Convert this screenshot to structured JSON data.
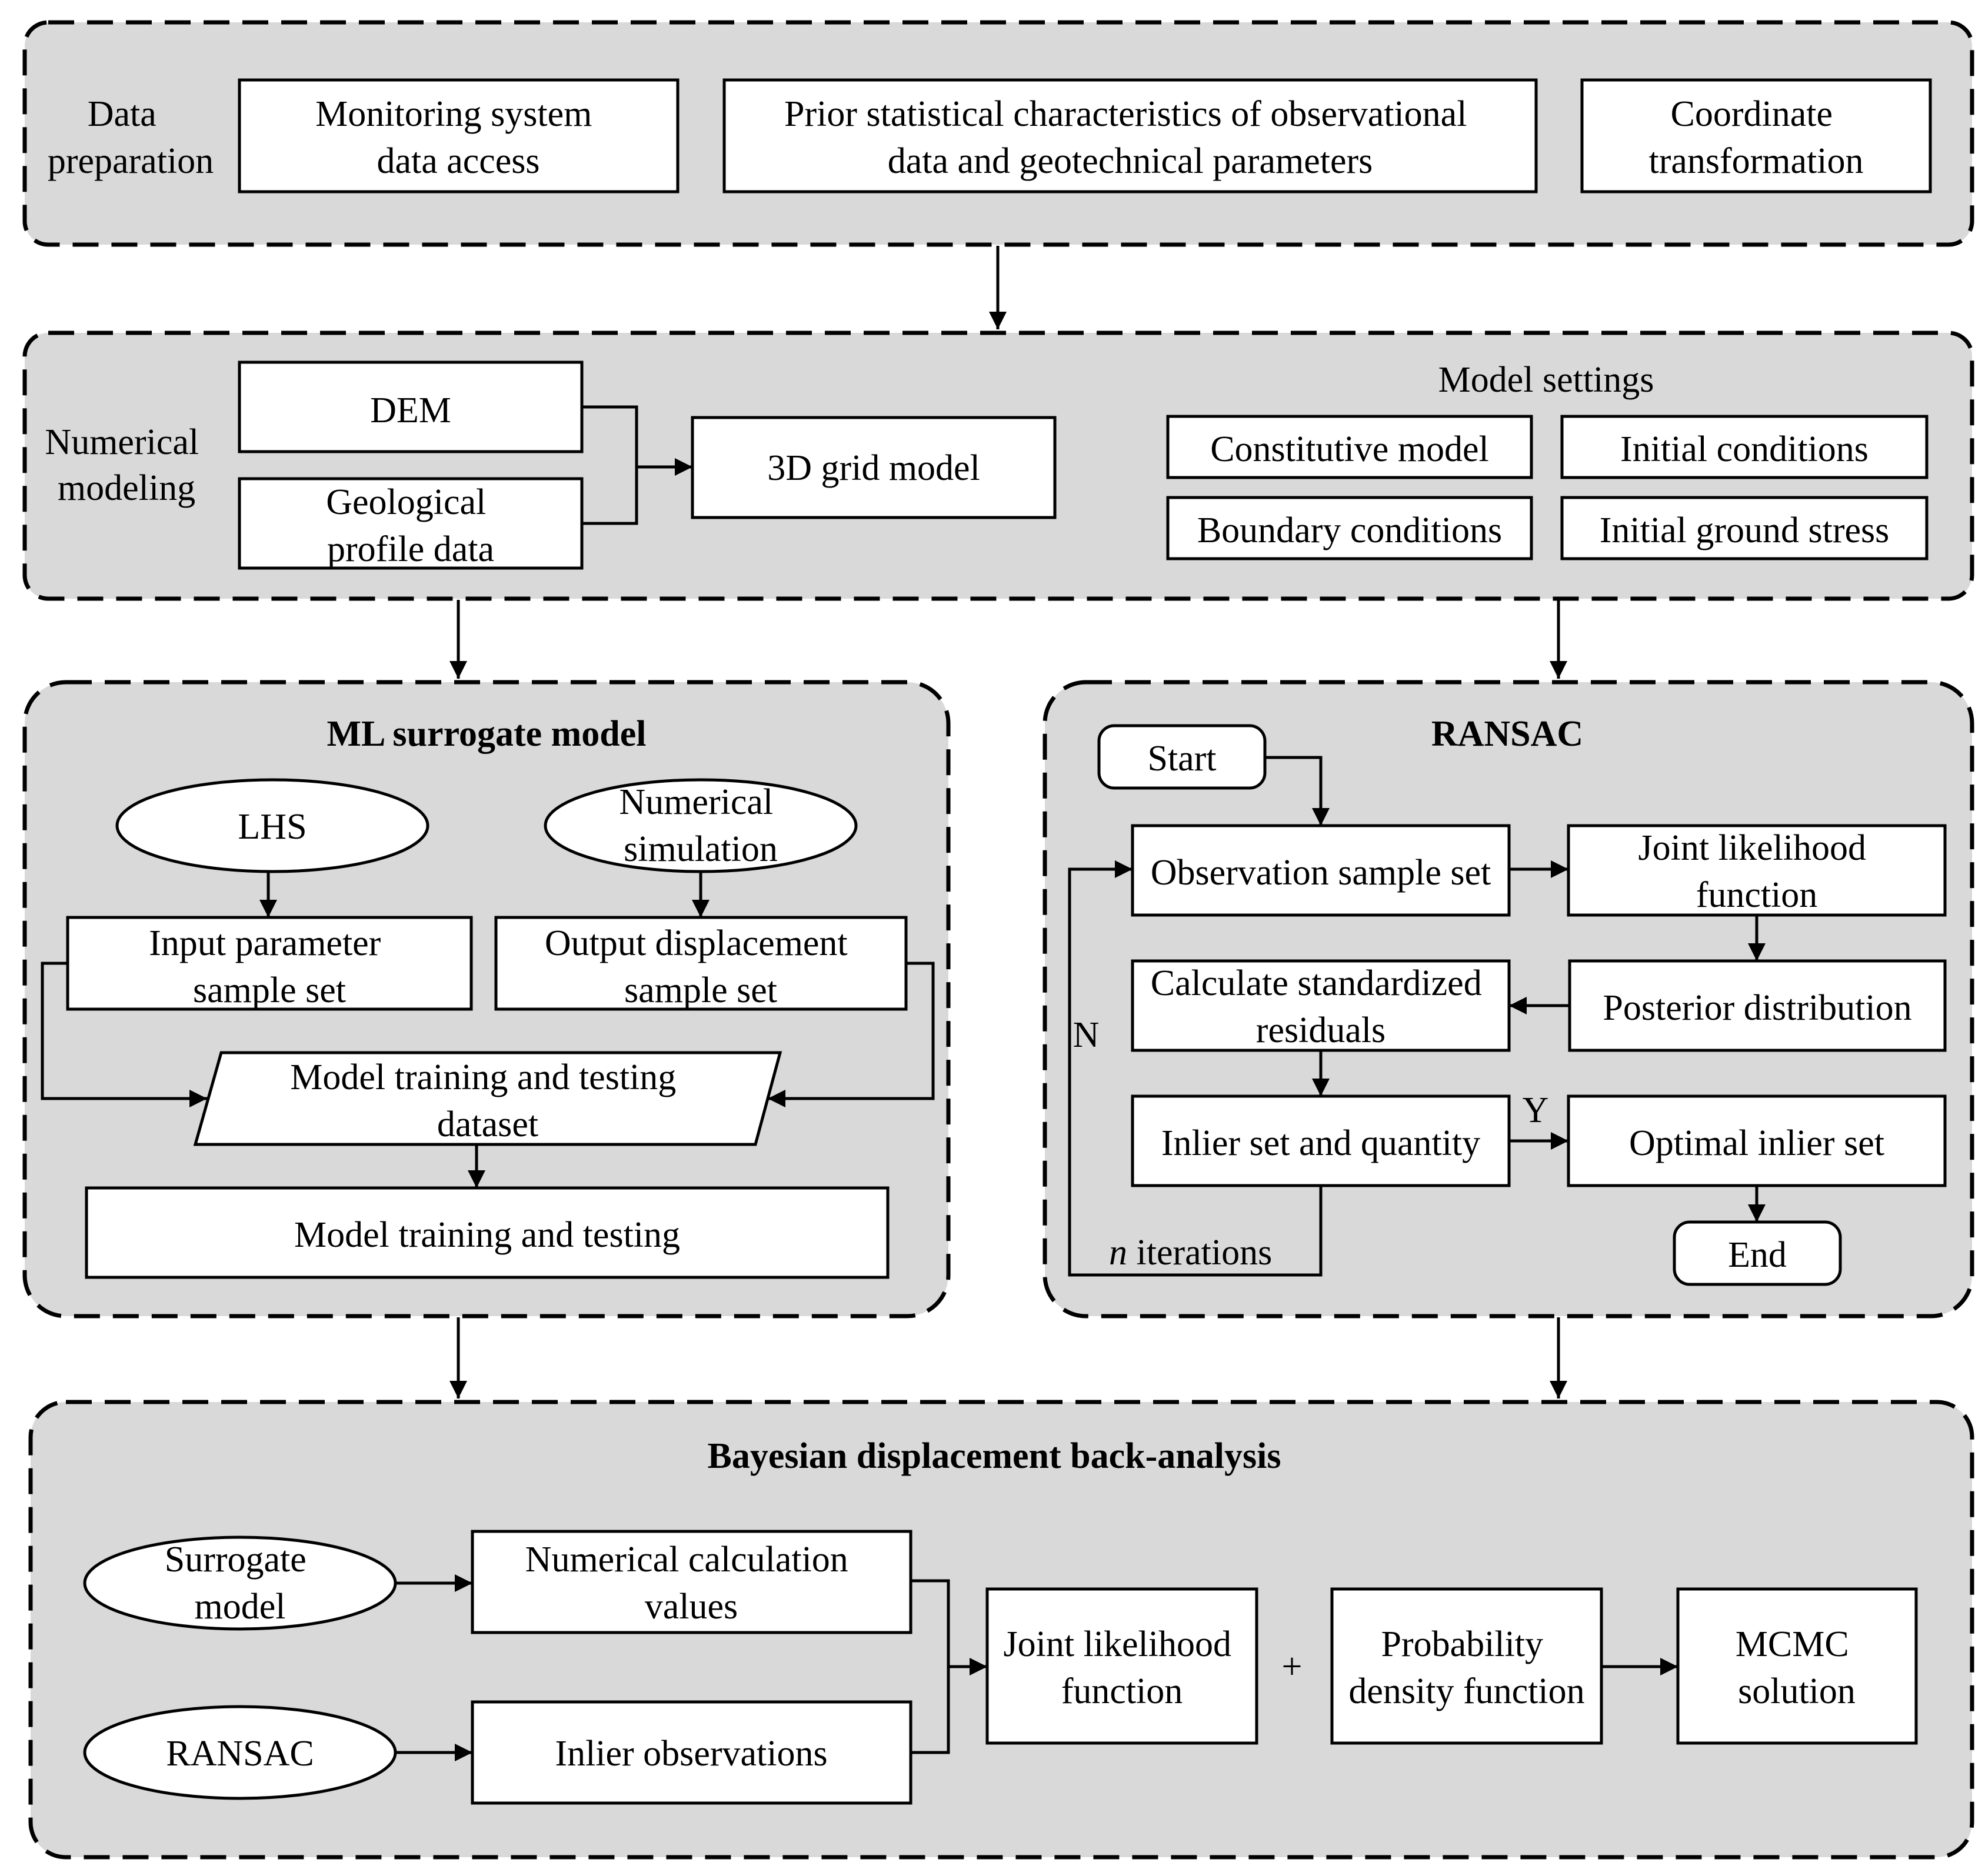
{
  "colors": {
    "panel": "#d9d9d9",
    "box": "#ffffff",
    "stroke": "#000000"
  },
  "data_prep": {
    "label": [
      "Data",
      "preparation"
    ],
    "monitoring": [
      "Monitoring system",
      "data access"
    ],
    "prior": [
      "Prior statistical characteristics of observational",
      "data and geotechnical parameters"
    ],
    "coord": [
      "Coordinate",
      "transformation"
    ]
  },
  "numerical": {
    "label": [
      "Numerical",
      "modeling"
    ],
    "dem": "DEM",
    "geo_profile": [
      "Geological",
      "profile data"
    ],
    "grid_model": "3D grid model",
    "settings_title": "Model settings",
    "constitutive": "Constitutive model",
    "initial_conditions": "Initial conditions",
    "boundary": "Boundary conditions",
    "ground_stress": "Initial ground stress"
  },
  "ml": {
    "title": "ML surrogate model",
    "lhs": "LHS",
    "num_sim": [
      "Numerical",
      "simulation"
    ],
    "input_set": [
      "Input parameter",
      "sample set"
    ],
    "output_set": [
      "Output displacement",
      "sample set"
    ],
    "dataset": [
      "Model training and testing",
      "dataset"
    ],
    "training": "Model training and testing"
  },
  "ransac": {
    "title": "RANSAC",
    "start": "Start",
    "obs_set": "Observation sample set",
    "joint_lik": [
      "Joint likelihood",
      "function"
    ],
    "posterior": "Posterior distribution",
    "residuals": [
      "Calculate standardized",
      "residuals"
    ],
    "inlier": "Inlier set and quantity",
    "optimal": "Optimal inlier set",
    "end": "End",
    "n_label": "N",
    "y_label": "Y",
    "iter_n": "n",
    "iter_text": " iterations"
  },
  "bayes": {
    "title": "Bayesian displacement back-analysis",
    "surrogate": [
      "Surrogate",
      "model"
    ],
    "ransac": "RANSAC",
    "num_values": [
      "Numerical calculation",
      "values"
    ],
    "inlier_obs": "Inlier observations",
    "joint_lik": [
      "Joint likelihood",
      "function"
    ],
    "plus": "+",
    "pdf": [
      "Probability",
      "density function"
    ],
    "mcmc": [
      "MCMC",
      "solution"
    ]
  }
}
